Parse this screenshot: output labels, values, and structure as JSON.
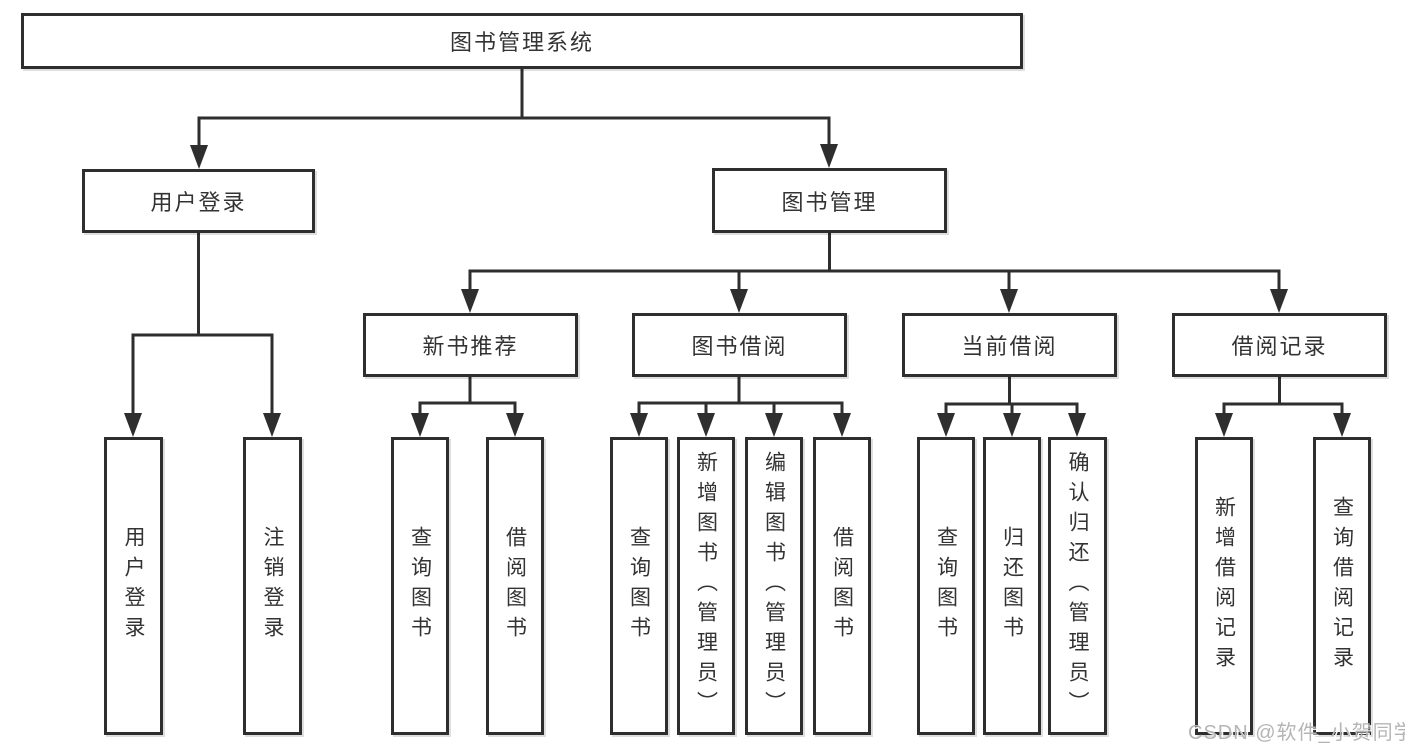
{
  "diagram": {
    "title": "图书管理系统",
    "colors": {
      "line": "#2e2e2e",
      "text": "#333333",
      "box_background": "#ffffff",
      "watermark": "#b5b5b5"
    },
    "nodes": {
      "root": {
        "label": "图书管理系统"
      },
      "user_login": {
        "label": "用户登录"
      },
      "book_mgmt": {
        "label": "图书管理"
      },
      "new_book_rec": {
        "label": "新书推荐"
      },
      "book_borrow": {
        "label": "图书借阅"
      },
      "current_borrow": {
        "label": "当前借阅"
      },
      "borrow_records": {
        "label": "借阅记录"
      },
      "leaf_user_login": {
        "label": "用户登录"
      },
      "leaf_logout": {
        "label": "注销登录"
      },
      "leaf_query_book_rec": {
        "label": "查询图书"
      },
      "leaf_borrow_book_rec": {
        "label": "借阅图书"
      },
      "leaf_query_book_borrow": {
        "label": "查询图书"
      },
      "leaf_add_book": {
        "label": "新增图书（管理员）"
      },
      "leaf_edit_book": {
        "label": "编辑图书（管理员）"
      },
      "leaf_borrow_book": {
        "label": "借阅图书"
      },
      "leaf_query_book_cur": {
        "label": "查询图书"
      },
      "leaf_return_book": {
        "label": "归还图书"
      },
      "leaf_confirm_return": {
        "label": "确认归还（管理员）"
      },
      "leaf_add_record": {
        "label": "新增借阅记录"
      },
      "leaf_query_record": {
        "label": "查询借阅记录"
      }
    },
    "hierarchy": {
      "图书管理系统": {
        "用户登录": [
          "用户登录",
          "注销登录"
        ],
        "图书管理": {
          "新书推荐": [
            "查询图书",
            "借阅图书"
          ],
          "图书借阅": [
            "查询图书",
            "新增图书（管理员）",
            "编辑图书（管理员）",
            "借阅图书"
          ],
          "当前借阅": [
            "查询图书",
            "归还图书",
            "确认归还（管理员）"
          ],
          "借阅记录": [
            "新增借阅记录",
            "查询借阅记录"
          ]
        }
      }
    }
  },
  "watermark": {
    "text": "CSDN @软件_小贺同学"
  }
}
